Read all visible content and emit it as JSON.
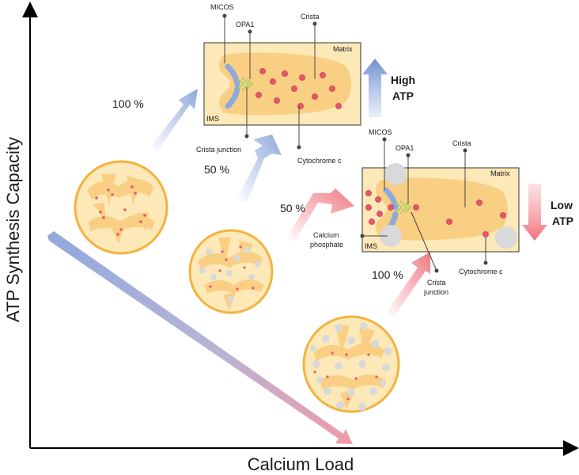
{
  "axes": {
    "x_label": "Calcium Load",
    "y_label": "ATP Synthesis Capacity"
  },
  "top_panel": {
    "labels": {
      "micos": "MICOS",
      "opa1": "OPA1",
      "crista": "Crista",
      "matrix": "Matrix",
      "ims": "IMS",
      "crista_junction": "Crista junction",
      "cytochrome_c": "Cytochrome c"
    },
    "atp_line1": "High",
    "atp_line2": "ATP",
    "arrow_colors": {
      "atp": "#7f9fd6"
    }
  },
  "bottom_panel": {
    "labels": {
      "micos": "MICOS",
      "opa1": "OPA1",
      "crista": "Crista",
      "matrix": "Matrix",
      "ims": "IMS",
      "calcium_line1": "Calcium",
      "calcium_line2": "phosphate",
      "crista_line1": "Crista",
      "crista_line2": "junction",
      "cytochrome_c": "Cytochrome c"
    },
    "atp_line1": "Low",
    "atp_line2": "ATP",
    "arrow_colors": {
      "atp": "#f07b7b"
    }
  },
  "percentages": {
    "p_top_100": "100 %",
    "p_mid_50": "50 %",
    "p_red_50": "50 %",
    "p_red_100": "100 %"
  },
  "colors": {
    "membrane": "#f2b340",
    "matrix_fill": "#fde8b8",
    "crista_fill": "#f9cf83",
    "cytochrome": "#e8566a",
    "calcium": "#d9d9d9",
    "blue_arrow": "#8fa9dc",
    "red_arrow": "#f07b86"
  }
}
